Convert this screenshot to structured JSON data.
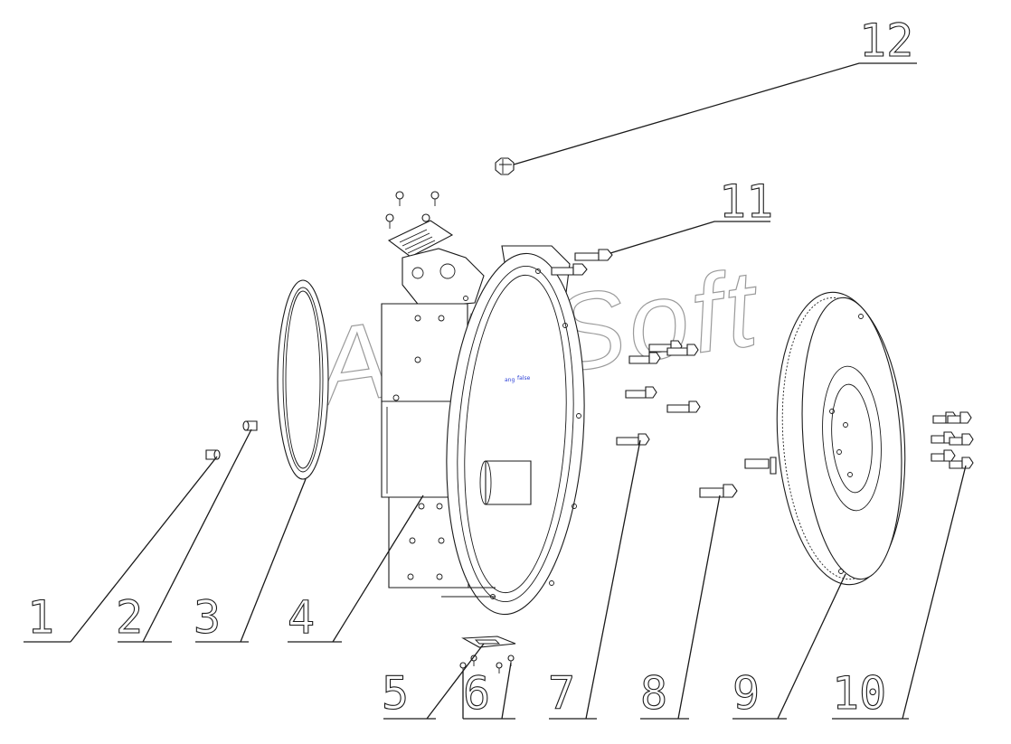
{
  "watermark": "AutoSoft",
  "callouts": [
    {
      "id": "1",
      "label": "1"
    },
    {
      "id": "2",
      "label": "2"
    },
    {
      "id": "3",
      "label": "3"
    },
    {
      "id": "4",
      "label": "4"
    },
    {
      "id": "5",
      "label": "5"
    },
    {
      "id": "6",
      "label": "6"
    },
    {
      "id": "7",
      "label": "7"
    },
    {
      "id": "8",
      "label": "8"
    },
    {
      "id": "9",
      "label": "9"
    },
    {
      "id": "10",
      "label": "10"
    },
    {
      "id": "11",
      "label": "11"
    },
    {
      "id": "12",
      "label": "12"
    }
  ],
  "colors": {
    "ink": "#1a1a1a",
    "watermark": "#9a9a9a"
  }
}
